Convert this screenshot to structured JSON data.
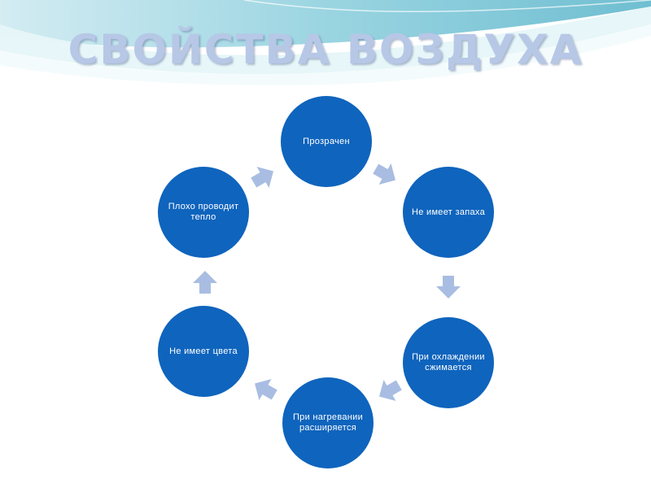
{
  "title": "СВОЙСТВА ВОЗДУХА",
  "colors": {
    "node_fill": "#0f64bd",
    "arrow_fill": "#a9bde2",
    "title_color": "#b7c7e6",
    "wave_teal": "#7ec7d8",
    "wave_light": "#d8eff5"
  },
  "nodes": [
    {
      "label": "Прозрачен"
    },
    {
      "label": "Не имеет запаха"
    },
    {
      "label": "При охлаждении сжимается"
    },
    {
      "label": "При нагревании расширяется"
    },
    {
      "label": "Не имеет цвета"
    },
    {
      "label": "Плохо проводит тепло"
    }
  ]
}
